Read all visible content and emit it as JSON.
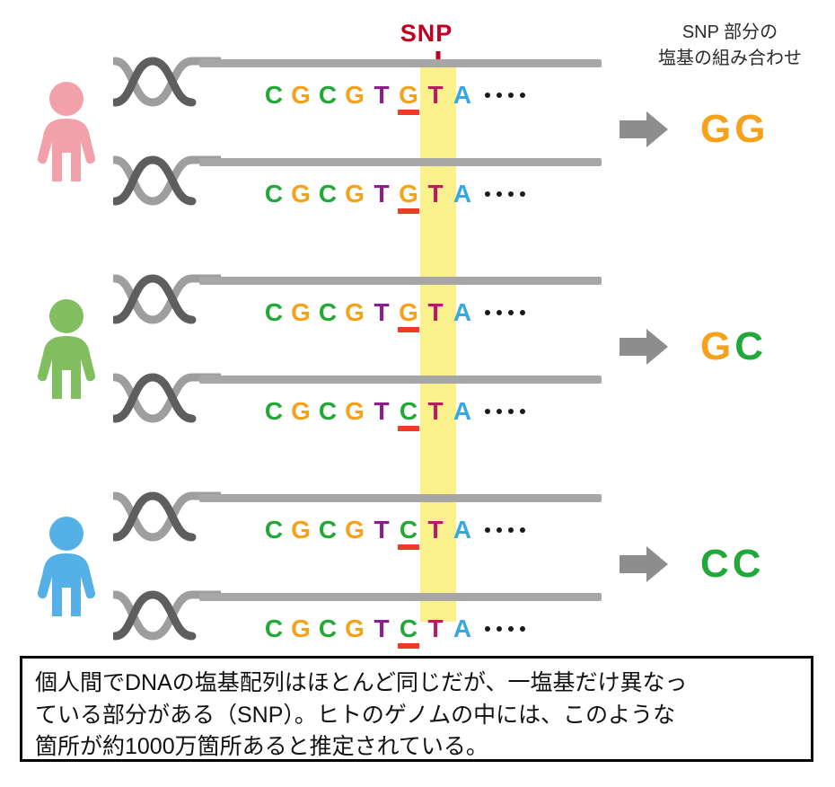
{
  "snp_marker": {
    "label": "SNP",
    "color": "#C00020",
    "arrow_icon": "down-arrow-icon",
    "highlight_color": "#FBF18C"
  },
  "right_header": {
    "line1": "SNP 部分の",
    "line2": "塩基の組み合わせ"
  },
  "base_colors": {
    "C": "#22A838",
    "G": "#F6A11B",
    "T_purple": "#8B1D8B",
    "T_magenta": "#B81A63",
    "A": "#35A8E0"
  },
  "sequence_common": [
    "C",
    "G",
    "C",
    "G",
    "T"
  ],
  "sequence_tail": [
    "T",
    "A"
  ],
  "ellipsis_dots": 4,
  "persons": [
    {
      "figure_name": "person-figure-pink",
      "figure_color": "#F2A0A9",
      "strands": [
        {
          "bases": [
            "C",
            "G",
            "C",
            "G",
            "T",
            "G",
            "T",
            "A"
          ],
          "snp_index": 5,
          "snp_base": "G"
        },
        {
          "bases": [
            "C",
            "G",
            "C",
            "G",
            "T",
            "G",
            "T",
            "A"
          ],
          "snp_index": 5,
          "snp_base": "G"
        }
      ],
      "genotype": {
        "text": "GG",
        "letters": [
          "G",
          "G"
        ]
      },
      "arrow_icon": "right-arrow-icon"
    },
    {
      "figure_name": "person-figure-green",
      "figure_color": "#80BE5F",
      "strands": [
        {
          "bases": [
            "C",
            "G",
            "C",
            "G",
            "T",
            "G",
            "T",
            "A"
          ],
          "snp_index": 5,
          "snp_base": "G"
        },
        {
          "bases": [
            "C",
            "G",
            "C",
            "G",
            "T",
            "C",
            "T",
            "A"
          ],
          "snp_index": 5,
          "snp_base": "C"
        }
      ],
      "genotype": {
        "text": "GC",
        "letters": [
          "G",
          "C"
        ]
      },
      "arrow_icon": "right-arrow-icon"
    },
    {
      "figure_name": "person-figure-blue",
      "figure_color": "#55B0E8",
      "strands": [
        {
          "bases": [
            "C",
            "G",
            "C",
            "G",
            "T",
            "C",
            "T",
            "A"
          ],
          "snp_index": 5,
          "snp_base": "C"
        },
        {
          "bases": [
            "C",
            "G",
            "C",
            "G",
            "T",
            "C",
            "T",
            "A"
          ],
          "snp_index": 5,
          "snp_base": "C"
        }
      ],
      "genotype": {
        "text": "CC",
        "letters": [
          "C",
          "C"
        ]
      },
      "arrow_icon": "right-arrow-icon"
    }
  ],
  "caption": {
    "text": "個人間でDNAの塩基配列はほとんど同じだが、一塩基だけ異なっ\nている部分がある（SNP）。ヒトのゲノムの中には、このような\n箇所が約1000万箇所あると推定されている。"
  }
}
